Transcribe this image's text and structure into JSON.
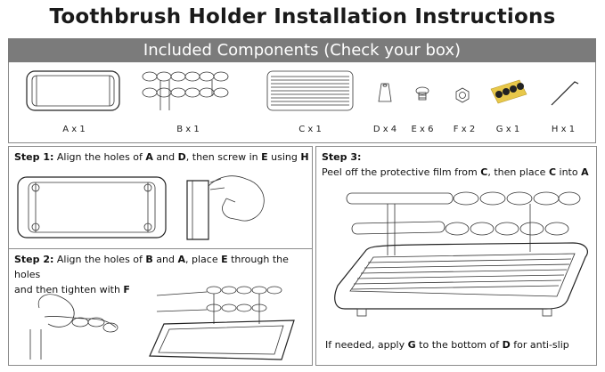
{
  "title": "Toothbrush Holder Installation Instructions",
  "banner": "Included Components (Check your box)",
  "components": [
    {
      "letter": "A",
      "qty": "A x 1"
    },
    {
      "letter": "B",
      "qty": "B x 1"
    },
    {
      "letter": "C",
      "qty": "C x 1"
    },
    {
      "letter": "D",
      "qty": "D x 4"
    },
    {
      "letter": "E",
      "qty": "E x 6"
    },
    {
      "letter": "F",
      "qty": "F x 2"
    },
    {
      "letter": "G",
      "qty": "G x 1"
    },
    {
      "letter": "H",
      "qty": "H x 1"
    }
  ],
  "step1": {
    "label": "Step 1:",
    "text_a": " Align the holes of ",
    "ref_a": "A",
    "text_b": " and ",
    "ref_d": "D",
    "text_c": ", then screw in ",
    "ref_e": "E",
    "text_d": " using ",
    "ref_h": "H"
  },
  "step2": {
    "label": "Step 2:",
    "text_a": " Align the holes of ",
    "ref_b": "B",
    "text_b": " and ",
    "ref_a": "A",
    "text_c": ", place ",
    "ref_e": "E",
    "text_d": " through the holes",
    "line2_a": "and then tighten with ",
    "ref_f": "F"
  },
  "step3": {
    "label": "Step 3:",
    "text_a": "Peel off the protective film from ",
    "ref_c": "C",
    "text_b": ", then place ",
    "ref_c2": "C",
    "text_c": " into ",
    "ref_a": "A",
    "note_a": "If needed, apply ",
    "ref_g": "G",
    "note_b": " to the bottom of ",
    "ref_d": "D",
    "note_c": " for anti-slip"
  },
  "colors": {
    "banner_bg": "#7b7b7b",
    "border": "#8a8a8a",
    "pad_yellow": "#e8c84a"
  }
}
